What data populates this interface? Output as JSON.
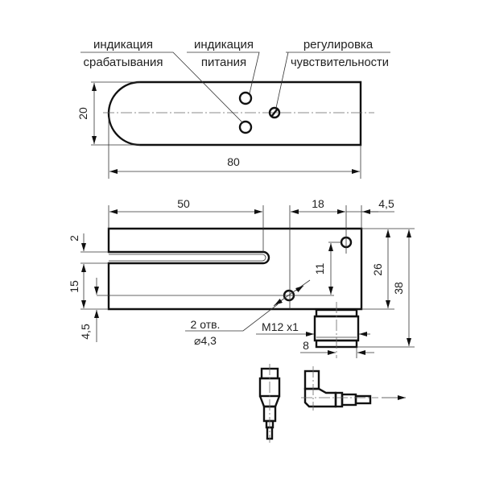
{
  "top_view": {
    "labels": {
      "trigger_indication": [
        "индикация",
        "срабатывания"
      ],
      "power_indication": [
        "индикация",
        "питания"
      ],
      "sensitivity_adjust": [
        "регулировка",
        "чувствительности"
      ]
    },
    "dims": {
      "height": "20",
      "length": "80"
    }
  },
  "side_view": {
    "dims": {
      "slot_length": "50",
      "hole_spacing": "18",
      "edge_offset": "4,5",
      "slot_width": "2",
      "lower_part": "15",
      "bottom_offset": "4,5",
      "hole_vertical": "11",
      "body_height": "26",
      "total_height": "38",
      "connector_offset": "8"
    },
    "holes_note": [
      "2 отв.",
      "⌀4,3"
    ],
    "thread": "M12 x1"
  }
}
